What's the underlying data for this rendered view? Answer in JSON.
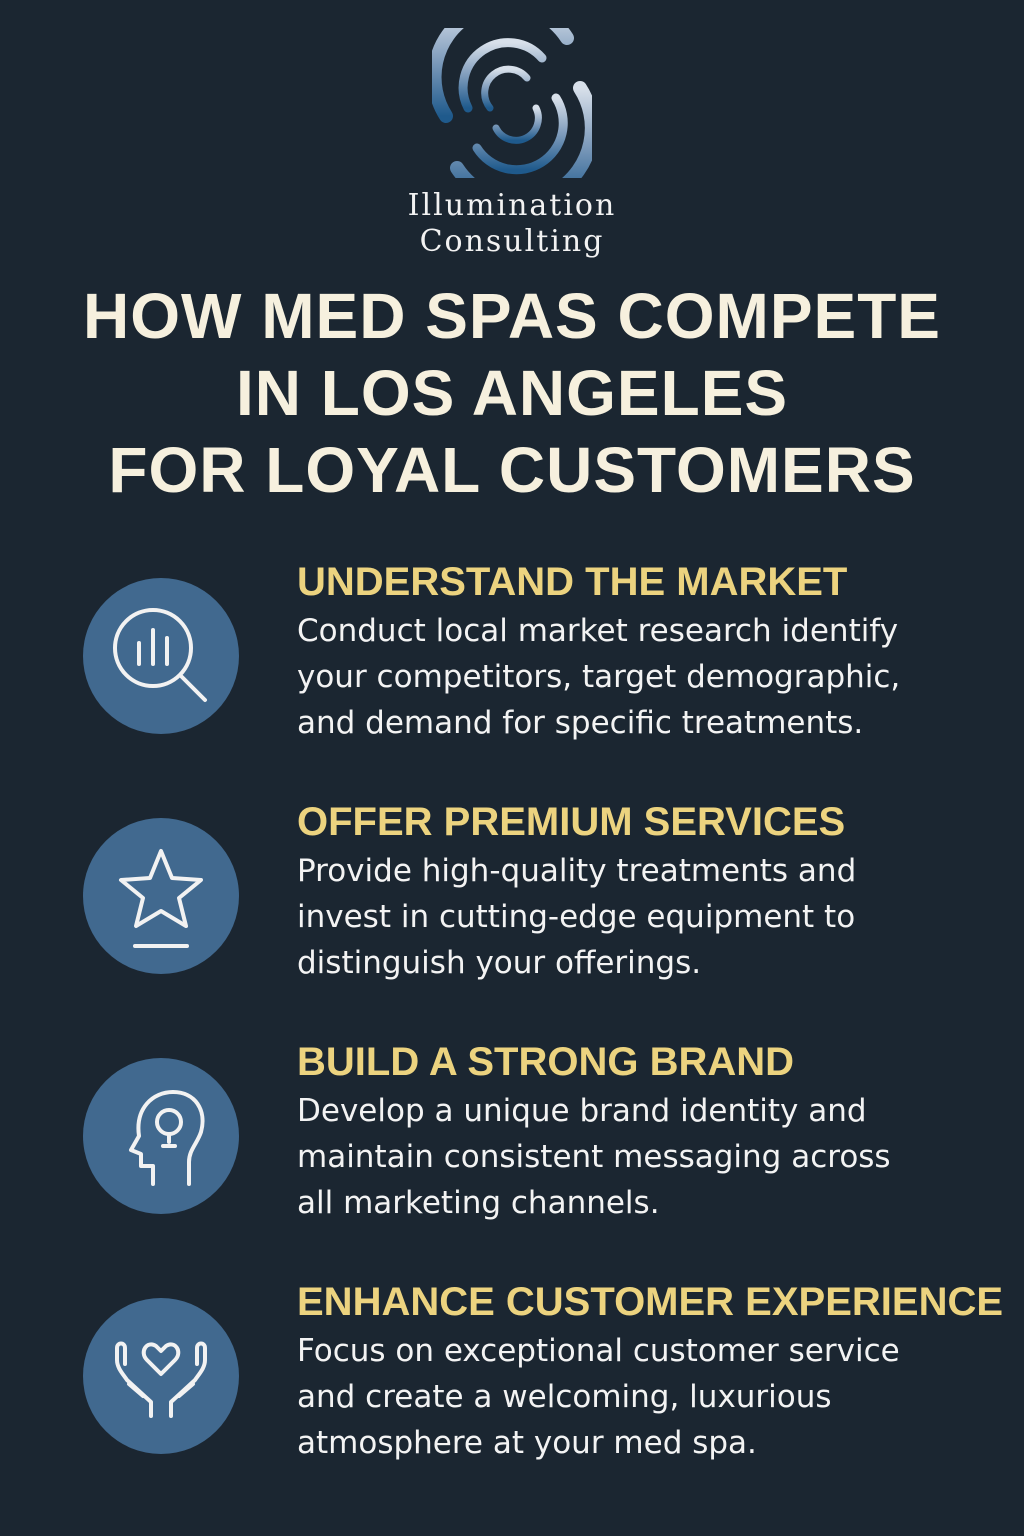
{
  "brand": {
    "line1": "Illumination",
    "line2": "Consulting"
  },
  "title": {
    "lines": [
      "HOW MED SPAS COMPETE",
      "IN LOS ANGELES",
      "FOR LOYAL CUSTOMERS"
    ]
  },
  "colors": {
    "background": "#1b2631",
    "circle": "#41698f",
    "heading": "#ecd37f",
    "title": "#f6f0de"
  },
  "sections": [
    {
      "icon": "magnifier-chart-icon",
      "heading": "UNDERSTAND THE MARKET",
      "lines": [
        "Conduct local market research identify",
        "your competitors, target demographic,",
        "and demand for specific treatments."
      ]
    },
    {
      "icon": "star-icon",
      "heading": "OFFER PREMIUM SERVICES",
      "lines": [
        "Provide high-quality treatments and",
        "invest in cutting-edge equipment to",
        "distinguish your offerings."
      ]
    },
    {
      "icon": "head-lightbulb-icon",
      "heading": "BUILD A STRONG BRAND",
      "lines": [
        "Develop a unique brand identity and",
        "maintain consistent messaging across",
        "all marketing channels."
      ]
    },
    {
      "icon": "hands-heart-icon",
      "heading": "ENHANCE CUSTOMER EXPERIENCE",
      "lines": [
        "Focus on exceptional customer service",
        "and create a welcoming, luxurious",
        "atmosphere at your med spa."
      ]
    }
  ]
}
